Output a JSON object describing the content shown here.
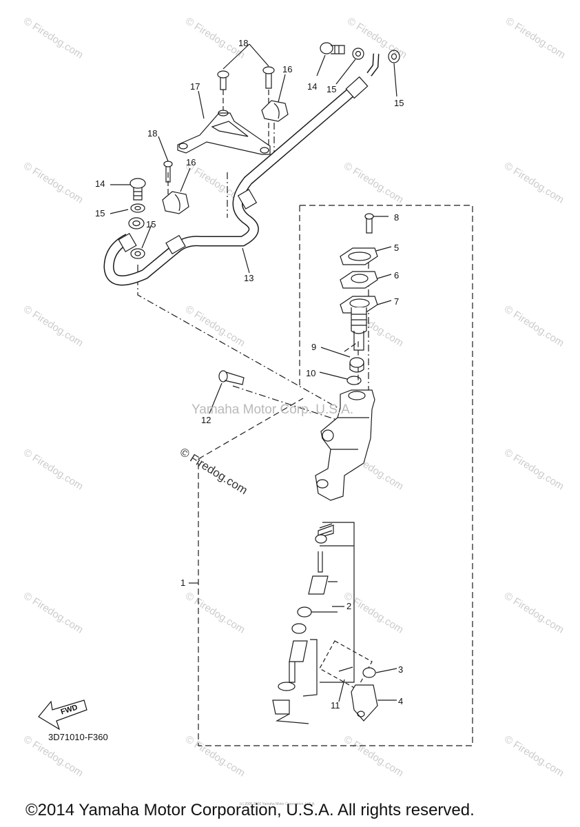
{
  "watermark": {
    "site": "© Firedog.com",
    "center_text": "Yamaha Motor Corp. U.S.A."
  },
  "part_labels": {
    "p1": "1",
    "p2": "2",
    "p3": "3",
    "p4": "4",
    "p5": "5",
    "p6": "6",
    "p7": "7",
    "p8": "8",
    "p9": "9",
    "p10": "10",
    "p11": "11",
    "p12": "12",
    "p13": "13",
    "p14a": "14",
    "p14b": "14",
    "p15a": "15",
    "p15b": "15",
    "p15c": "15",
    "p15d": "15",
    "p16a": "16",
    "p16b": "16",
    "p17": "17",
    "p18a": "18",
    "p18b": "18"
  },
  "diagram_code": "3D71010-F360",
  "fwd_label": "FWD",
  "footer": {
    "copyright": "©2014 Yamaha Motor Corporation, U.S.A. All rights reserved.",
    "fine_print": "(c) 2005-2016 Yamaha Motor Corporation, U.S.A."
  }
}
